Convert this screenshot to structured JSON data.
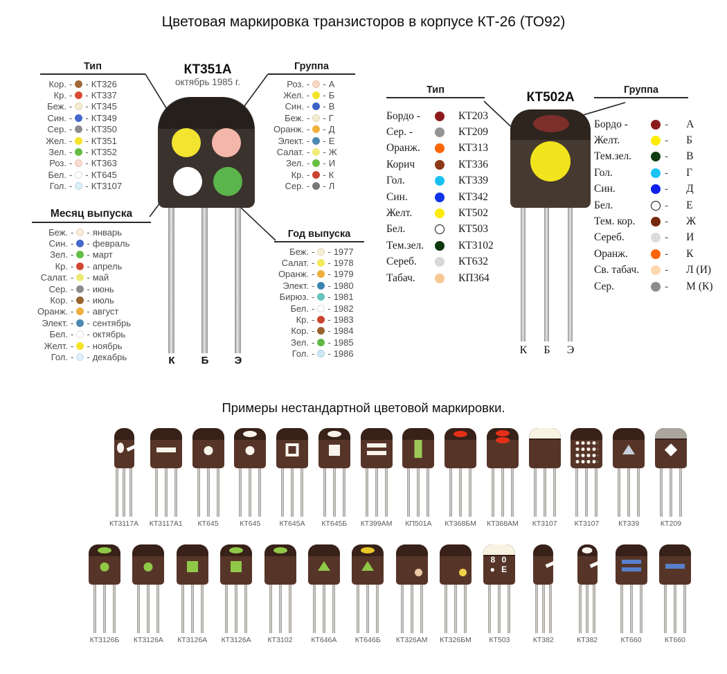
{
  "title": "Цветовая маркировка транзисторов в корпусе КТ-26 (ТО92)",
  "subtitle": "Примеры нестандартной цветовой маркировки.",
  "kt351a": {
    "name": "КТ351А",
    "date": "октябрь 1985 г.",
    "leads": [
      "К",
      "Б",
      "Э"
    ],
    "marks": {
      "type_dot": "#f2e430",
      "group_dot": "#f4b6aa",
      "month_dot": "#ffffff",
      "year_dot": "#5cb44c"
    },
    "legends": {
      "tip": {
        "title": "Тип",
        "items": [
          {
            "name": "Кор.",
            "color": "#a06a38",
            "value": "КТ326"
          },
          {
            "name": "Кр.",
            "color": "#d84c34",
            "value": "КТ337"
          },
          {
            "name": "Беж.",
            "color": "#f4ecd4",
            "ring": "#e0d4b0",
            "value": "КТ345"
          },
          {
            "name": "Син.",
            "color": "#4468cc",
            "value": "КТ349"
          },
          {
            "name": "Сер.",
            "color": "#8c8c8c",
            "value": "КТ350"
          },
          {
            "name": "Жел.",
            "color": "#f4e428",
            "value": "КТ351"
          },
          {
            "name": "Зел.",
            "color": "#64bc44",
            "value": "КТ352"
          },
          {
            "name": "Роз.",
            "color": "#f8dcd0",
            "ring": "#ecc0b0",
            "value": "КТ363"
          },
          {
            "name": "Бел.",
            "color": "#ffffff",
            "ring": "#dddddd",
            "value": "КТ645"
          },
          {
            "name": "Гол.",
            "color": "#dceef8",
            "ring": "#bcd8e8",
            "value": "КТ3107"
          }
        ]
      },
      "gruppa": {
        "title": "Группа",
        "items": [
          {
            "name": "Роз.",
            "color": "#f8d8c4",
            "ring": "#ecc0a8",
            "value": "А"
          },
          {
            "name": "Жел.",
            "color": "#f4e428",
            "value": "Б"
          },
          {
            "name": "Син.",
            "color": "#3c60c4",
            "value": "В"
          },
          {
            "name": "Беж.",
            "color": "#f4ecd4",
            "ring": "#e0d4b0",
            "value": "Г"
          },
          {
            "name": "Оранж.",
            "color": "#f0b03c",
            "value": "Д"
          },
          {
            "name": "Элект.",
            "color": "#4c88b4",
            "value": "Е"
          },
          {
            "name": "Салат.",
            "color": "#f0ec78",
            "value": "Ж"
          },
          {
            "name": "Зел.",
            "color": "#68c043",
            "value": "И"
          },
          {
            "name": "Кр.",
            "color": "#cc4430",
            "value": "К"
          },
          {
            "name": "Сер.",
            "color": "#787878",
            "value": "Л"
          }
        ]
      },
      "month": {
        "title": "Месяц выпуска",
        "items": [
          {
            "name": "Беж.",
            "color": "#f4eed8",
            "ring": "#e4d8b8",
            "value": "январь"
          },
          {
            "name": "Син.",
            "color": "#4468cc",
            "value": "февраль"
          },
          {
            "name": "Зел.",
            "color": "#64bc44",
            "value": "март"
          },
          {
            "name": "Кр.",
            "color": "#d04834",
            "value": "апрель"
          },
          {
            "name": "Салат.",
            "color": "#f0e874",
            "value": "май"
          },
          {
            "name": "Сер.",
            "color": "#8c8c8c",
            "value": "июнь"
          },
          {
            "name": "Кор.",
            "color": "#986430",
            "value": "июль"
          },
          {
            "name": "Оранж.",
            "color": "#eeb040",
            "value": "август"
          },
          {
            "name": "Элект.",
            "color": "#4c88b4",
            "value": "сентябрь"
          },
          {
            "name": "Бел.",
            "color": "#ffffff",
            "ring": "#dddddd",
            "value": "октябрь"
          },
          {
            "name": "Желт.",
            "color": "#f4e428",
            "value": "ноябрь"
          },
          {
            "name": "Гол.",
            "color": "#e0f0fa",
            "ring": "#c0dcec",
            "value": "декабрь"
          }
        ]
      },
      "year": {
        "title": "Год выпуска",
        "items": [
          {
            "name": "Беж.",
            "color": "#f6efd8",
            "ring": "#e4d8b8",
            "value": "1977"
          },
          {
            "name": "Салат.",
            "color": "#f4e85c",
            "value": "1978"
          },
          {
            "name": "Оранж.",
            "color": "#eeae3c",
            "value": "1979"
          },
          {
            "name": "Элект.",
            "color": "#3c84b0",
            "value": "1980"
          },
          {
            "name": "Бирюз.",
            "color": "#68c4bc",
            "value": "1981"
          },
          {
            "name": "Бел.",
            "color": "#ffffff",
            "ring": "#dddddd",
            "value": "1982"
          },
          {
            "name": "Кр.",
            "color": "#cc4430",
            "value": "1983"
          },
          {
            "name": "Кор.",
            "color": "#986430",
            "value": "1984"
          },
          {
            "name": "Зел.",
            "color": "#60b844",
            "value": "1985"
          },
          {
            "name": "Гол.",
            "color": "#cce8f4",
            "ring": "#aad0e4",
            "value": "1986"
          }
        ]
      }
    }
  },
  "kt502a": {
    "name": "КТ502А",
    "leads": [
      "К",
      "Б",
      "Э"
    ],
    "marks": {
      "group_ellipse": "#7c2e2a",
      "type_circle": "#f2e41c"
    },
    "legends": {
      "tip": {
        "title": "Тип",
        "items": [
          {
            "name": "Бордо -",
            "color": "#8c1c1c",
            "value": "КТ203"
          },
          {
            "name": "Сер. -",
            "color": "#949494",
            "value": "КТ209"
          },
          {
            "name": "Оранж.",
            "color": "#fc6404",
            "value": "КТ313"
          },
          {
            "name": "Корич",
            "color": "#8c3818",
            "value": "КТ336"
          },
          {
            "name": "Гол.",
            "color": "#18c0f0",
            "value": "КТ339"
          },
          {
            "name": "Син.",
            "color": "#1034e8",
            "value": "КТ342"
          },
          {
            "name": "Желт.",
            "color": "#fcec04",
            "value": "КТ502"
          },
          {
            "name": "Бел.",
            "color": "#ffffff",
            "ring": "#111111",
            "value": "КТ503"
          },
          {
            "name": "Тем.зел.",
            "color": "#0c380c",
            "value": "КТ3102"
          },
          {
            "name": "Сереб.",
            "color": "#d8d8d8",
            "value": "КТ632"
          },
          {
            "name": "Табач.",
            "color": "#f8c894",
            "value": "КП364"
          }
        ]
      },
      "gruppa": {
        "title": "Группа",
        "items": [
          {
            "name": "Бордо -",
            "color": "#8c1c1c",
            "value": "А"
          },
          {
            "name": "Желт.",
            "color": "#fcec04",
            "value": "Б"
          },
          {
            "name": "Тем.зел.",
            "color": "#103c10",
            "value": "В"
          },
          {
            "name": "Гол.",
            "color": "#18c4f4",
            "value": "Г"
          },
          {
            "name": "Син.",
            "color": "#1020ec",
            "value": "Д"
          },
          {
            "name": "Бел.",
            "color": "#ffffff",
            "ring": "#111111",
            "value": "Е"
          },
          {
            "name": "Тем. кор.",
            "color": "#78280c",
            "value": "Ж"
          },
          {
            "name": "Сереб.",
            "color": "#dcdcdc",
            "value": "И"
          },
          {
            "name": "Оранж.",
            "color": "#fc6404",
            "value": "К"
          },
          {
            "name": "Св. табач.",
            "color": "#fcd8ac",
            "value": "Л (И)"
          },
          {
            "name": "Сер.",
            "color": "#8c8c8c",
            "value": "М (К)"
          }
        ]
      }
    }
  },
  "examples": {
    "rows": [
      [
        {
          "label": "КТ3117А",
          "body": "side",
          "marks": [
            {
              "type": "oval",
              "color": "#f8f4ec"
            },
            {
              "type": "notch",
              "color": "#ffffff"
            }
          ]
        },
        {
          "label": "КТ3117А1",
          "marks": [
            {
              "type": "bar",
              "color": "#f8f4ec"
            }
          ]
        },
        {
          "label": "КТ645",
          "marks": [
            {
              "type": "dot",
              "color": "#f8f4ec"
            }
          ]
        },
        {
          "label": "КТ645",
          "marks": [
            {
              "type": "top-ellipse",
              "color": "#f8f4ec"
            },
            {
              "type": "dot",
              "color": "#f8f4ec"
            }
          ]
        },
        {
          "label": "КТ645А",
          "marks": [
            {
              "type": "square-outline",
              "color": "#f8f4ec"
            }
          ]
        },
        {
          "label": "КТ645Б",
          "marks": [
            {
              "type": "top-ellipse",
              "color": "#f8f4ec"
            },
            {
              "type": "square",
              "color": "#f8f4ec"
            }
          ]
        },
        {
          "label": "КТ399АМ",
          "marks": [
            {
              "type": "bars2",
              "color": "#f8f4ec"
            }
          ]
        },
        {
          "label": "КП501А",
          "marks": [
            {
              "type": "vbar",
              "color": "#9cc855"
            }
          ]
        },
        {
          "label": "КТ368БМ",
          "marks": [
            {
              "type": "top-ellipse",
              "color": "#e43018"
            }
          ]
        },
        {
          "label": "КТ368АМ",
          "marks": [
            {
              "type": "top-ellipse2",
              "color": "#e43018"
            }
          ]
        },
        {
          "label": "КТ3107",
          "marks": [
            {
              "type": "cap",
              "color": "#f8f2e2"
            }
          ]
        },
        {
          "label": "КТ3107",
          "marks": [
            {
              "type": "dots-grid",
              "color": "#f8f4ec"
            }
          ]
        },
        {
          "label": "КТ339",
          "marks": [
            {
              "type": "triangle",
              "color": "#c8cedd"
            }
          ]
        },
        {
          "label": "КТ209",
          "marks": [
            {
              "type": "cap",
              "color": "#aaa69e"
            },
            {
              "type": "diamond",
              "color": "#ffffff"
            }
          ]
        }
      ],
      [
        {
          "label": "КТ3126Б",
          "marks": [
            {
              "type": "top-ellipse",
              "color": "#90c848"
            },
            {
              "type": "dot",
              "color": "#90c848"
            }
          ]
        },
        {
          "label": "КТ3126А",
          "marks": [
            {
              "type": "dot",
              "color": "#90c848"
            }
          ]
        },
        {
          "label": "КТ3126А",
          "marks": [
            {
              "type": "square",
              "color": "#90c848"
            }
          ]
        },
        {
          "label": "КТ3126А",
          "marks": [
            {
              "type": "top-ellipse",
              "color": "#90c848"
            },
            {
              "type": "square",
              "color": "#90c848"
            }
          ]
        },
        {
          "label": "КТ3102",
          "marks": [
            {
              "type": "top-ellipse",
              "color": "#90c848"
            }
          ]
        },
        {
          "label": "КТ646А",
          "marks": [
            {
              "type": "triangle",
              "color": "#90c848"
            }
          ]
        },
        {
          "label": "КТ646Б",
          "marks": [
            {
              "type": "top-ellipse",
              "color": "#e8c828"
            },
            {
              "type": "triangle",
              "color": "#90c848"
            }
          ]
        },
        {
          "label": "КТ326АМ",
          "marks": [
            {
              "type": "dot-right",
              "color": "#ecc8a4"
            }
          ]
        },
        {
          "label": "КТ326БМ",
          "marks": [
            {
              "type": "dot-right",
              "color": "#f0d048"
            }
          ]
        },
        {
          "label": "КТ503",
          "marks": [
            {
              "type": "cap",
              "color": "#f8f2e2"
            },
            {
              "type": "text2",
              "color": "#ffffff",
              "lines": [
                "8 0",
                "● Е"
              ]
            }
          ]
        },
        {
          "label": "КТ382",
          "body": "side",
          "marks": [
            {
              "type": "notch",
              "color": "#ffffff"
            }
          ]
        },
        {
          "label": "КТ382",
          "body": "side",
          "marks": [
            {
              "type": "top-ellipse",
              "color": "#f8f4ec"
            },
            {
              "type": "notch",
              "color": "#ffffff"
            }
          ]
        },
        {
          "label": "КТ660",
          "marks": [
            {
              "type": "bars2",
              "color": "#5880cc"
            }
          ]
        },
        {
          "label": "КТ660",
          "marks": [
            {
              "type": "bar",
              "color": "#5880cc"
            }
          ]
        }
      ]
    ]
  }
}
